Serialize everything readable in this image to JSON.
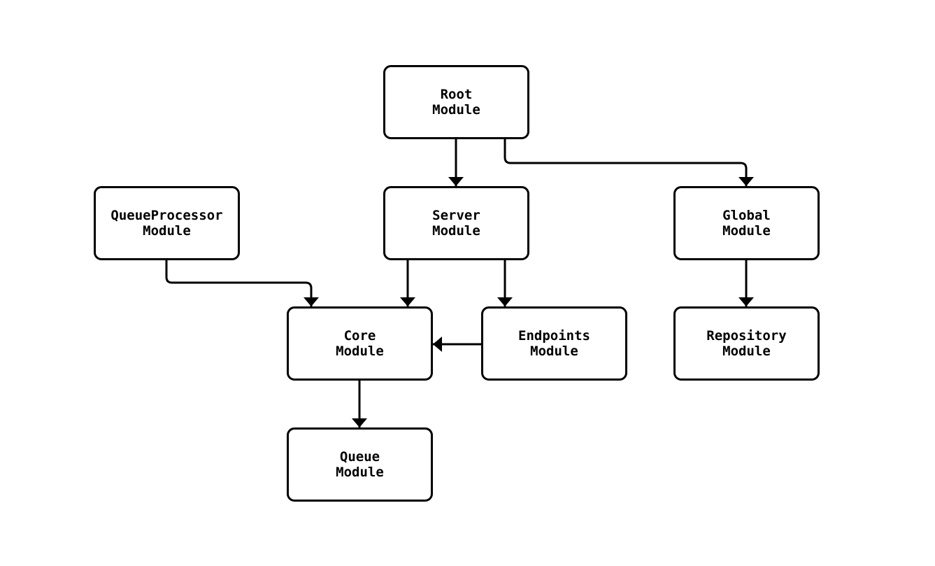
{
  "diagram": {
    "colors": {
      "background": "#ffffff",
      "node_fill": "#ffffff",
      "stroke": "#000000",
      "text": "#000000"
    },
    "nodes": [
      {
        "id": "root",
        "label": "Root\nModule"
      },
      {
        "id": "queueprocessor",
        "label": "QueueProcessor\nModule"
      },
      {
        "id": "server",
        "label": "Server\nModule"
      },
      {
        "id": "global",
        "label": "Global\nModule"
      },
      {
        "id": "core",
        "label": "Core\nModule"
      },
      {
        "id": "endpoints",
        "label": "Endpoints\nModule"
      },
      {
        "id": "repository",
        "label": "Repository\nModule"
      },
      {
        "id": "queue",
        "label": "Queue\nModule"
      }
    ],
    "edges": [
      {
        "from": "root",
        "to": "server"
      },
      {
        "from": "root",
        "to": "global"
      },
      {
        "from": "queueprocessor",
        "to": "core"
      },
      {
        "from": "server",
        "to": "core"
      },
      {
        "from": "server",
        "to": "endpoints"
      },
      {
        "from": "endpoints",
        "to": "core"
      },
      {
        "from": "global",
        "to": "repository"
      },
      {
        "from": "core",
        "to": "queue"
      }
    ]
  }
}
